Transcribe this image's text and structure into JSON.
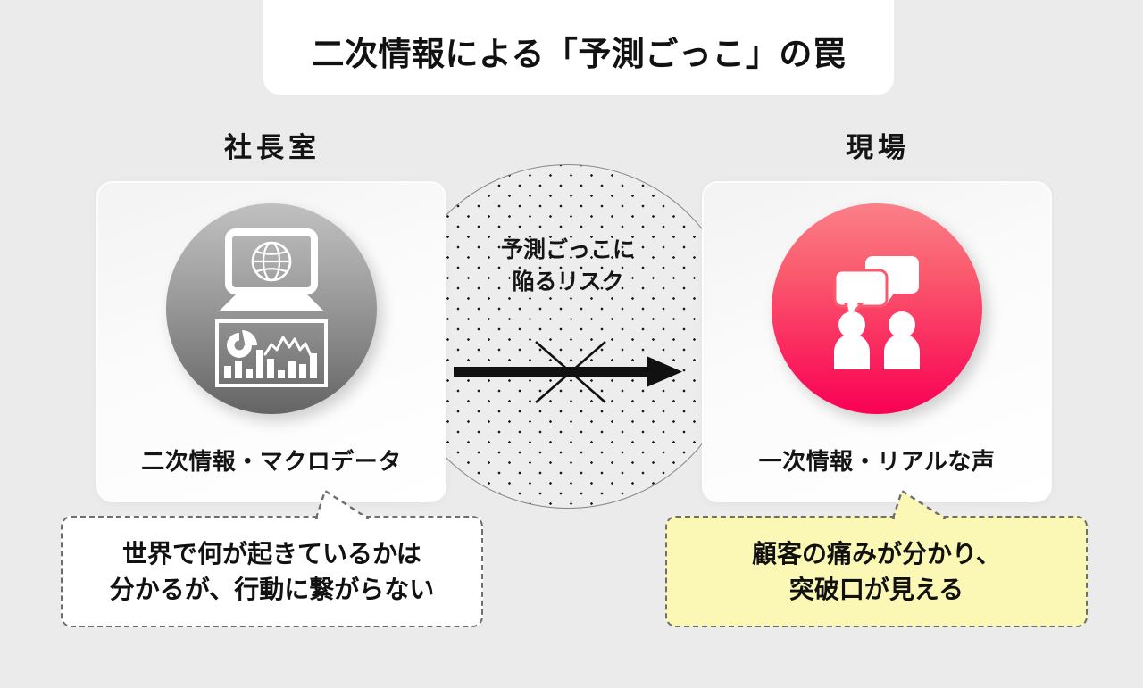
{
  "title": {
    "text": "二次情報による「予測ごっこ」の罠"
  },
  "columns": {
    "left": {
      "heading": "社長室",
      "icon": "laptop-globe-dashboard-icon",
      "label": "二次情報・マクロデータ",
      "circle_gradient_from": "#c0c0c0",
      "circle_gradient_to": "#646464",
      "callout": {
        "line1": "世界で何が起きているかは",
        "line2": "分かるが、行動に繋がらない",
        "background": "#ffffff",
        "border": "#6e6e6e"
      }
    },
    "right": {
      "heading": "現場",
      "icon": "two-people-speech-bubbles-icon",
      "label": "一次情報・リアルな声",
      "circle_gradient_from": "#fb8089",
      "circle_gradient_to": "#f90055",
      "callout": {
        "line1": "顧客の痛みが分かり、",
        "line2": "突破口が見える",
        "background": "#faf8b4",
        "border": "#6e6e6e"
      }
    }
  },
  "center": {
    "line1": "予測ごっこに",
    "line2": "陥るリスク",
    "arrow_icon": "blocked-right-arrow-icon",
    "pattern": "dotted-circle",
    "pattern_background": "#ededed",
    "dot_color": "#1b1b1b"
  },
  "page": {
    "background": "#ebebeb",
    "text_color": "#111111"
  }
}
